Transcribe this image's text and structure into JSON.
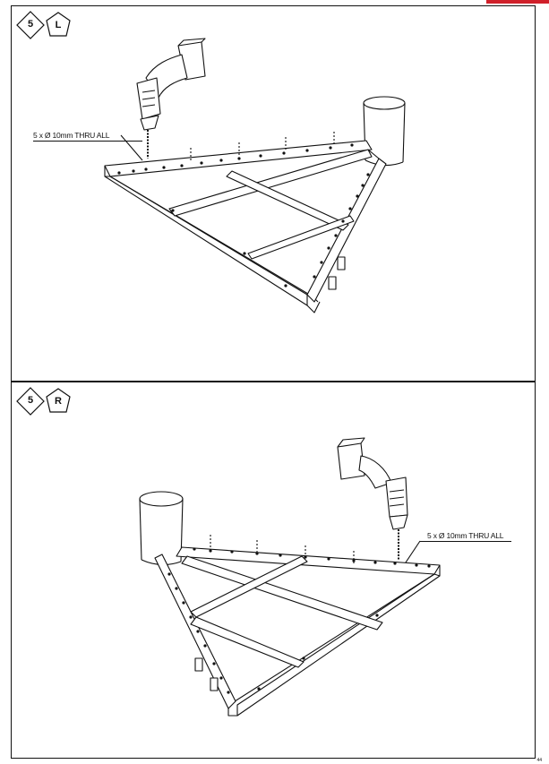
{
  "colors": {
    "accent": "#d0202a",
    "line": "#111111"
  },
  "steps": [
    {
      "step_number": "5",
      "side": "L",
      "callout": "5 x Ø 10mm THRU ALL",
      "icons": [
        "drill-icon"
      ]
    },
    {
      "step_number": "5",
      "side": "R",
      "callout": "5 x Ø 10mm THRU ALL",
      "icons": [
        "drill-icon"
      ]
    }
  ],
  "page_number": "44"
}
